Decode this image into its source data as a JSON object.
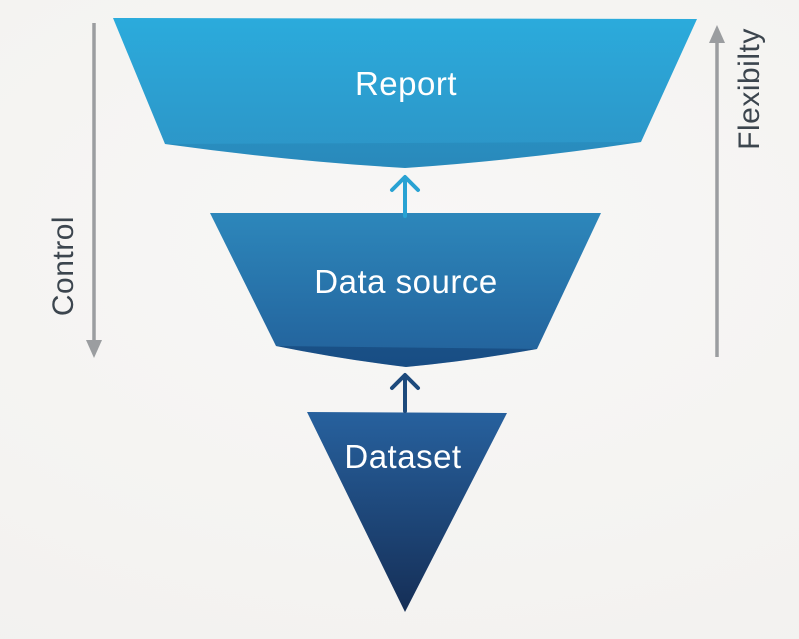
{
  "diagram": {
    "background_color": "#f5f4f2",
    "levels": [
      {
        "label": "Report",
        "color_top": "#2babdc",
        "color_bottom": "#2d93c5",
        "fold_color": "rgba(6,62,110,0.10)"
      },
      {
        "label": "Data source",
        "color_top": "#2d87bb",
        "color_bottom": "#22609a",
        "fold_color": "rgba(4,34,80,0.30)"
      },
      {
        "label": "Dataset",
        "color_top": "#27619e",
        "color_bottom": "#152e56"
      }
    ],
    "flow_arrows": [
      {
        "name": "dataset-to-datasource",
        "direction": "up",
        "color": "#1d4a7c"
      },
      {
        "name": "datasource-to-report",
        "direction": "up",
        "color": "#29a2d3"
      }
    ],
    "axis_left": {
      "label": "Control",
      "direction": "down",
      "line_color": "#9b9da0",
      "text_color": "#3c454e"
    },
    "axis_right": {
      "label": "Flexibilty",
      "direction": "up",
      "line_color": "#9b9da0",
      "text_color": "#3c454e"
    }
  }
}
